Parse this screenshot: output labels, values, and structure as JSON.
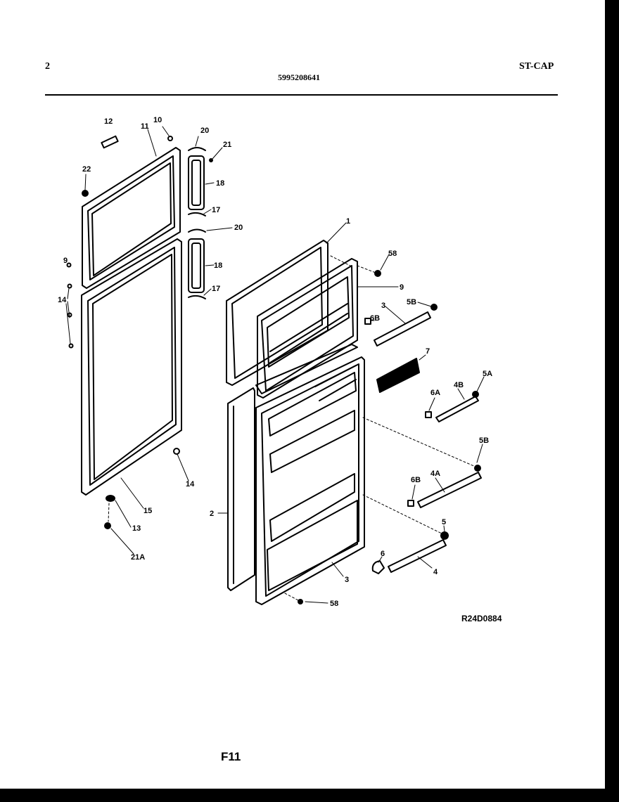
{
  "header": {
    "page_number": "2",
    "part_number": "5995208641",
    "model_code": "ST-CAP"
  },
  "diagram": {
    "labels": {
      "l12": "12",
      "l11": "11",
      "l10": "10",
      "l20a": "20",
      "l21": "21",
      "l22": "22",
      "l18a": "18",
      "l17a": "17",
      "l20b": "20",
      "l18b": "18",
      "l17b": "17",
      "l9a": "9",
      "l14a": "14",
      "l14b": "14",
      "l15": "15",
      "l13": "13",
      "l21a": "21A",
      "l1": "1",
      "l58a": "58",
      "l9b": "9",
      "l3a": "3",
      "l5b1": "5B",
      "l6b1": "6B",
      "l7": "7",
      "l5a": "5A",
      "l6a": "6A",
      "l4b": "4B",
      "l5b2": "5B",
      "l6b2": "6B",
      "l4a": "4A",
      "l2": "2",
      "l5": "5",
      "l6": "6",
      "l4": "4",
      "l3b": "3",
      "l58b": "58"
    }
  },
  "footer": {
    "ref_code": "R24D0884",
    "figure_id": "F11"
  }
}
